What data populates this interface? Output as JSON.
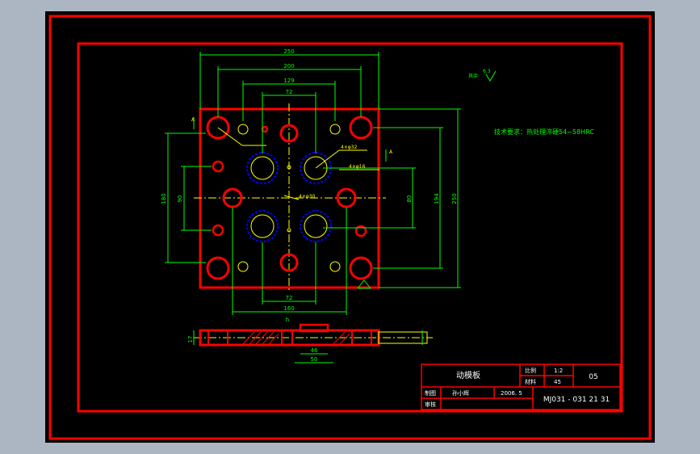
{
  "drawing": {
    "background_color": "#000000",
    "outer_frame_color": "#ff0000",
    "dimension_color": "#00ff00",
    "centerline_color": "#ffff00",
    "hole_color": "#ff0000",
    "thread_color": "#0000ff"
  },
  "dimensions": {
    "top_250": "250",
    "top_200": "200",
    "top_129": "129",
    "top_72": "72",
    "bottom_72": "72",
    "bottom_160": "160",
    "bottom_h": "h",
    "left_180": "180",
    "left_90": "90",
    "right_80": "80",
    "right_194": "194",
    "right_250": "250",
    "section_46": "46",
    "section_50": "50",
    "section_thk": "17"
  },
  "annotations": {
    "roughness_note": "其余",
    "roughness_value": "6.3",
    "hole_note_1": "4×φ32",
    "hole_note_2": "4×φ16",
    "hole_note_3": "4×φ30",
    "section_mark": "A",
    "tech_req": "技术要求：热处理淬硬54~58HRC"
  },
  "title_block": {
    "part_name": "动模板",
    "scale_label": "比例",
    "scale_value": "1:2",
    "material_label": "材料",
    "material_value": "45",
    "sheet_number": "05",
    "drawn_label": "制图",
    "drawn_name": "孙小辉",
    "date": "2006. 5",
    "checked_label": "审核",
    "drawing_code": "MJ031 - 031 21 31"
  }
}
